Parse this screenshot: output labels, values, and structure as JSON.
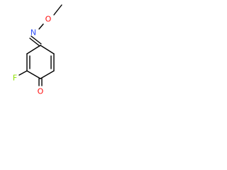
{
  "molecule": {
    "atoms": {
      "nitrogen": "N",
      "oxygen_ether": "O",
      "fluorine": "F",
      "oxygen_carbonyl": "O"
    },
    "colors": {
      "nitrogen": "#3050F8",
      "oxygen": "#FF0D0D",
      "fluorine": "#8FE000",
      "bond": "#000000",
      "background": "#ffffff"
    }
  }
}
